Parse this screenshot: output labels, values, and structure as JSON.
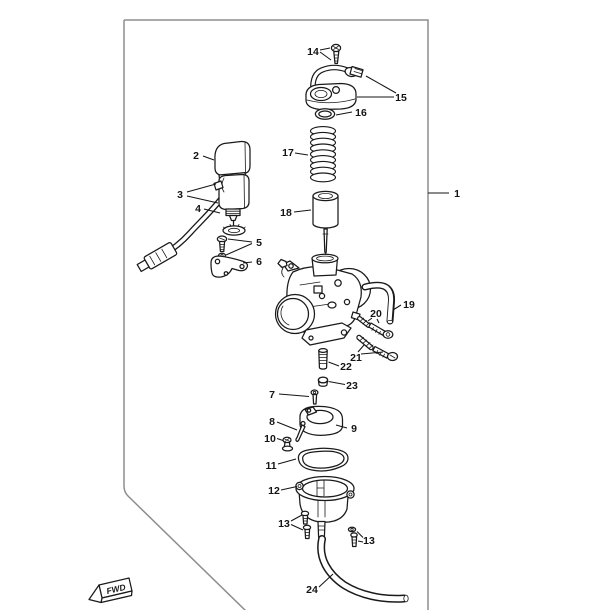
{
  "diagram": {
    "type": "exploded-parts-diagram",
    "fwd_label": "FWD",
    "callouts": {
      "c1": "1",
      "c2": "2",
      "c3": "3",
      "c4": "4",
      "c5": "5",
      "c6": "6",
      "c7": "7",
      "c8": "8",
      "c9": "9",
      "c10": "10",
      "c11": "11",
      "c12": "12",
      "c13": "13",
      "c14": "14",
      "c15": "15",
      "c16": "16",
      "c17": "17",
      "c18": "18",
      "c19": "19",
      "c20": "20",
      "c21": "21",
      "c22": "22",
      "c23": "23",
      "c24": "24"
    },
    "colors": {
      "line": "#1a1a1a",
      "frame": "#8d8d8d",
      "label": "#141414",
      "background": "#ffffff"
    }
  }
}
